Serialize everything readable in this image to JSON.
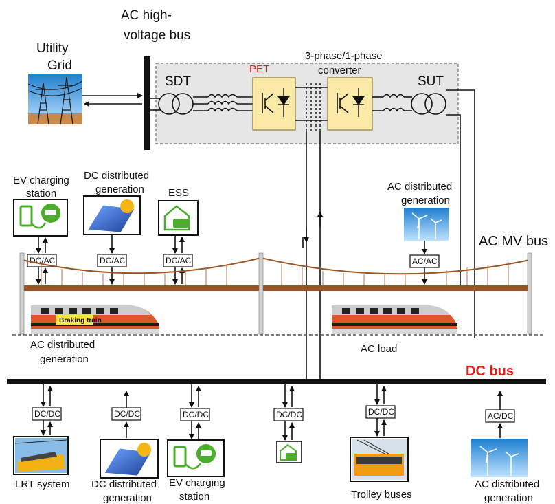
{
  "labels": {
    "ac_hv_bus_line1": "AC high-",
    "ac_hv_bus_line2": "voltage bus",
    "utility_grid_line1": "Utility",
    "utility_grid_line2": "Grid",
    "sdt": "SDT",
    "sut": "SUT",
    "pet": "PET",
    "converter_line1": "3-phase/1-phase",
    "converter_line2": "converter",
    "ev_top_line1": "EV charging",
    "ev_top_line2": "station",
    "dcgen_top_line1": "DC distributed",
    "dcgen_top_line2": "generation",
    "ess": "ESS",
    "acgen_top_line1": "AC distributed",
    "acgen_top_line2": "generation",
    "ac_mv_bus": "AC MV bus",
    "braking_train": "Braking train",
    "acgen_left_line1": "AC distributed",
    "acgen_left_line2": "generation",
    "ac_load": "AC load",
    "dc_bus": "DC bus",
    "lrt": "LRT system",
    "dcgen_bottom_line1": "DC distributed",
    "dcgen_bottom_line2": "generation",
    "ev_bottom_line1": "EV charging",
    "ev_bottom_line2": "station",
    "trolley": "Trolley buses",
    "acgen_bottom_line1": "AC distributed",
    "acgen_bottom_line2": "generation"
  },
  "converters": {
    "top": [
      "DC/AC",
      "DC/AC",
      "DC/AC",
      "AC/AC"
    ],
    "bottom": [
      "DC/DC",
      "DC/DC",
      "DC/DC",
      "DC/DC",
      "DC/DC",
      "AC/DC"
    ]
  },
  "colors": {
    "pet_fill": "#fbe9a8",
    "pet_stroke": "#8a7a3a",
    "shaded_region": "#e6e6e6",
    "bridge_deck": "#9b5424",
    "dc_bus_label": "#e0201b",
    "icon_green": "#4dae2e",
    "train_orange": "#e2542a"
  },
  "icons": [
    "utility-grid-image",
    "transformer-icon",
    "inductor-icon",
    "igbt-icon",
    "ev-charger-icon",
    "solar-panel-icon",
    "battery-house-icon",
    "wind-turbine-icon",
    "train-image",
    "lrt-image",
    "trolley-bus-image"
  ]
}
